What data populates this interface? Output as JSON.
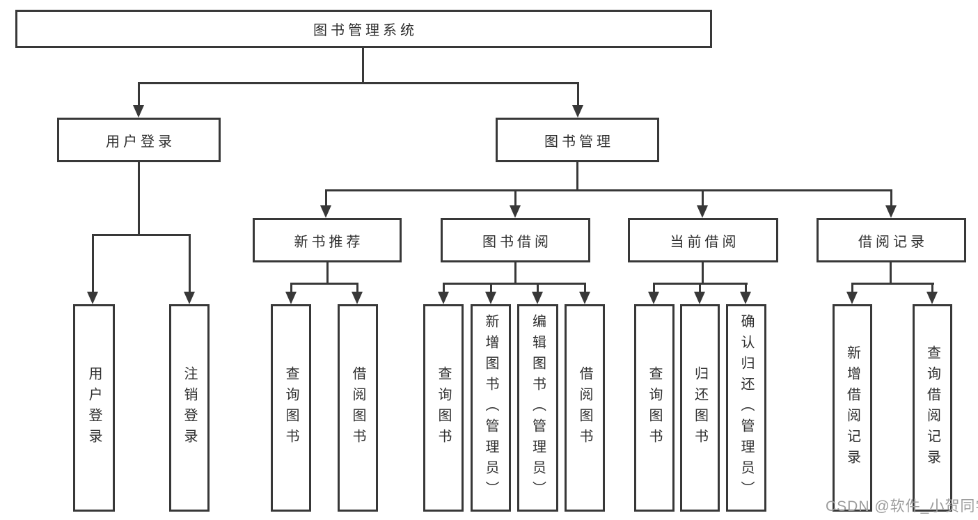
{
  "diagram_type": "hierarchy-tree",
  "tree": {
    "label": "图书管理系统",
    "children": [
      {
        "label": "用户登录",
        "children": [
          {
            "label": "用户登录"
          },
          {
            "label": "注销登录"
          }
        ]
      },
      {
        "label": "图书管理",
        "children": [
          {
            "label": "新书推荐",
            "children": [
              {
                "label": "查询图书"
              },
              {
                "label": "借阅图书"
              }
            ]
          },
          {
            "label": "图书借阅",
            "children": [
              {
                "label": "查询图书"
              },
              {
                "label": "新增图书（管理员）"
              },
              {
                "label": "编辑图书（管理员）"
              },
              {
                "label": "借阅图书"
              }
            ]
          },
          {
            "label": "当前借阅",
            "children": [
              {
                "label": "查询图书"
              },
              {
                "label": "归还图书"
              },
              {
                "label": "确认归还（管理员）"
              }
            ]
          },
          {
            "label": "借阅记录",
            "children": [
              {
                "label": "新增借阅记录"
              },
              {
                "label": "查询借阅记录"
              }
            ]
          }
        ]
      }
    ]
  },
  "watermark": {
    "text": "CSDN @软件_小贺同学"
  },
  "colors": {
    "line": "#383838",
    "box_border": "#383838",
    "text": "#2f2f2f",
    "watermark": "#9c9c9c",
    "background": "#ffffff"
  }
}
